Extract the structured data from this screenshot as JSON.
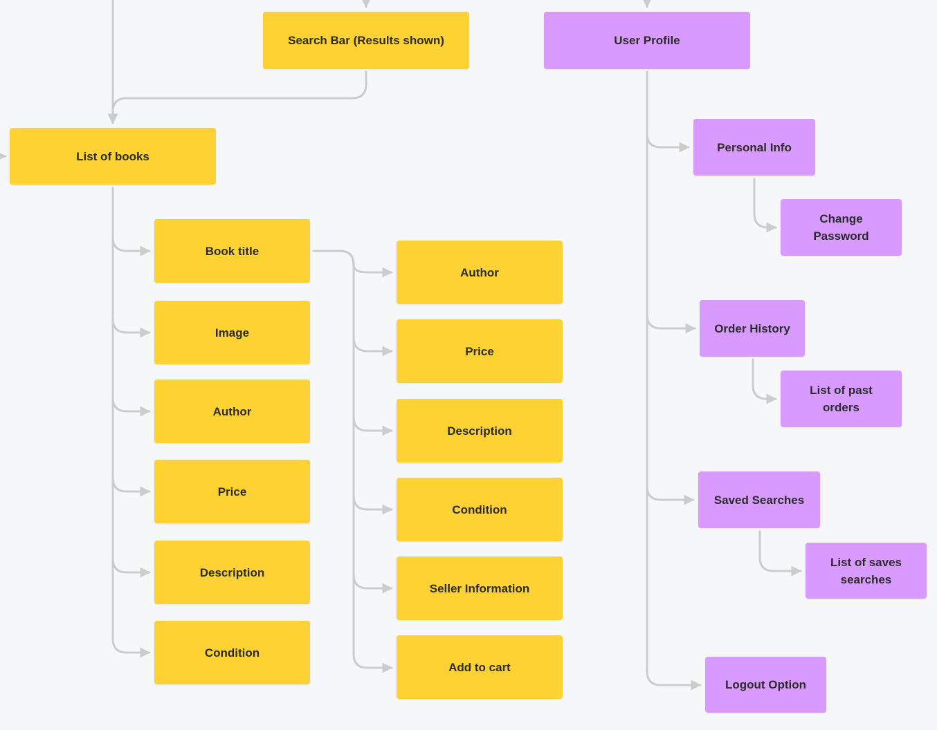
{
  "colors": {
    "yellow_node": "#fed232",
    "purple_node": "#d99aff",
    "connector": "#cccccc",
    "background": "#f6f7f9"
  },
  "nodes": {
    "search_bar": "Search Bar (Results shown)",
    "user_profile": "User Profile",
    "list_of_books": "List of books",
    "book_title": "Book title",
    "image": "Image",
    "author_left": "Author",
    "price_left": "Price",
    "description_left": "Description",
    "condition_left": "Condition",
    "author_right": "Author",
    "price_right": "Price",
    "description_right": "Description",
    "condition_right": "Condition",
    "seller_information": "Seller Information",
    "add_to_cart": "Add to cart",
    "personal_info": "Personal Info",
    "change_password": "Change Password",
    "order_history": "Order History",
    "list_of_past_orders": "List of past orders",
    "saved_searches": "Saved Searches",
    "list_of_saves_searches": "List of saves searches",
    "logout_option": "Logout Option"
  }
}
